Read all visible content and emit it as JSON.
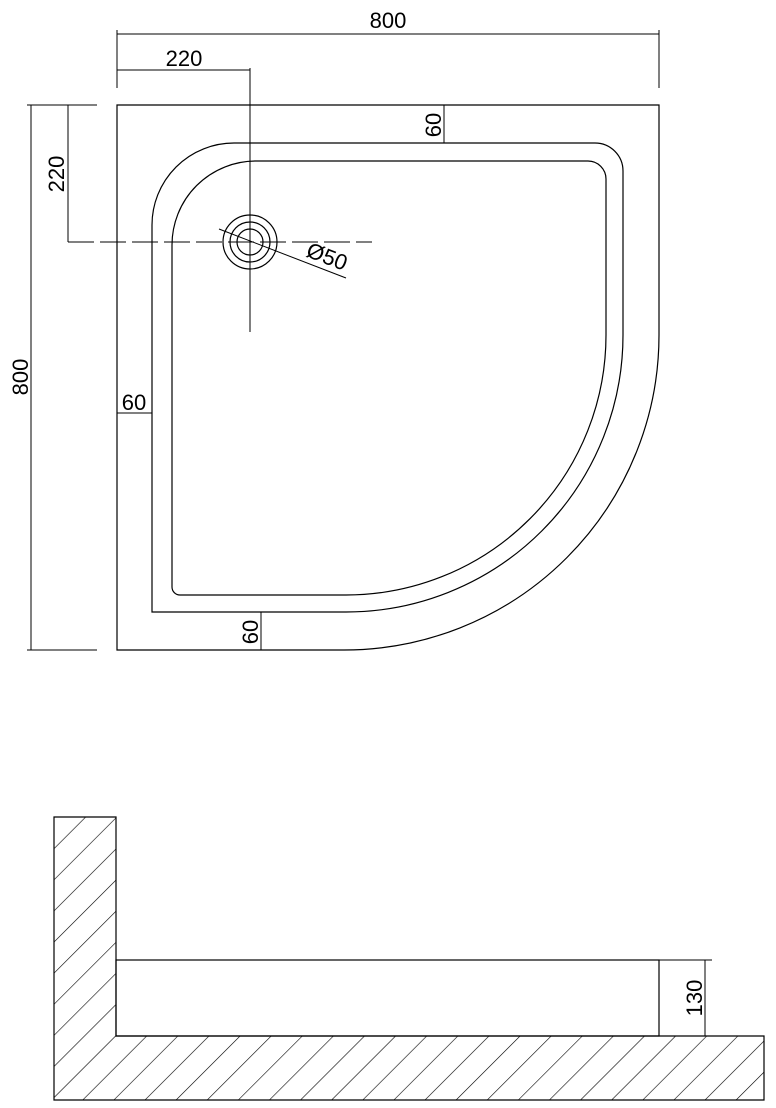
{
  "top_view": {
    "dim_overall_width": "800",
    "dim_drain_offset_x": "220",
    "dim_drain_offset_y": "220",
    "dim_overall_depth": "800",
    "dim_rim_top": "60",
    "dim_rim_left": "60",
    "dim_rim_bottom": "60",
    "dim_drain_diameter": "Ø50"
  },
  "section_view": {
    "dim_tray_height": "130"
  }
}
